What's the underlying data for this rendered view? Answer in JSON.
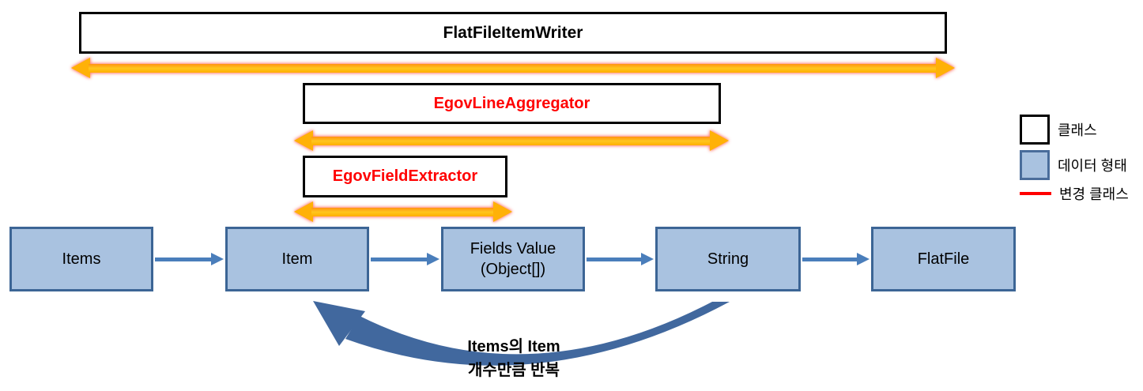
{
  "diagram": {
    "class_layers": [
      {
        "label": "FlatFileItemWriter",
        "text_color": "#000000"
      },
      {
        "label": "EgovLineAggregator",
        "text_color": "#ff0000"
      },
      {
        "label": "EgovFieldExtractor",
        "text_color": "#ff0000"
      }
    ],
    "data_flow": [
      {
        "label": "Items"
      },
      {
        "label": "Item"
      },
      {
        "label": "Fields Value",
        "label2": "(Object[])"
      },
      {
        "label": "String"
      },
      {
        "label": "FlatFile"
      }
    ],
    "loop_annotation": {
      "line1": "Items의 Item",
      "line2": "개수만큼 반복"
    },
    "legend": {
      "class_label": "클래스",
      "data_label": "데이터 형태",
      "changed_label": "변경 클래스"
    },
    "colors": {
      "class_box_border": "#000000",
      "changed_class_text": "#ff0000",
      "data_box_fill": "#a9c2e0",
      "data_box_border": "#3c6595",
      "flow_arrow": "#4a7ebb",
      "loop_arrow": "#41689e",
      "span_arrow_body": "#ffb107",
      "span_arrow_glow": "#ff7a6e",
      "legend_changed_line": "#ff0000"
    }
  }
}
